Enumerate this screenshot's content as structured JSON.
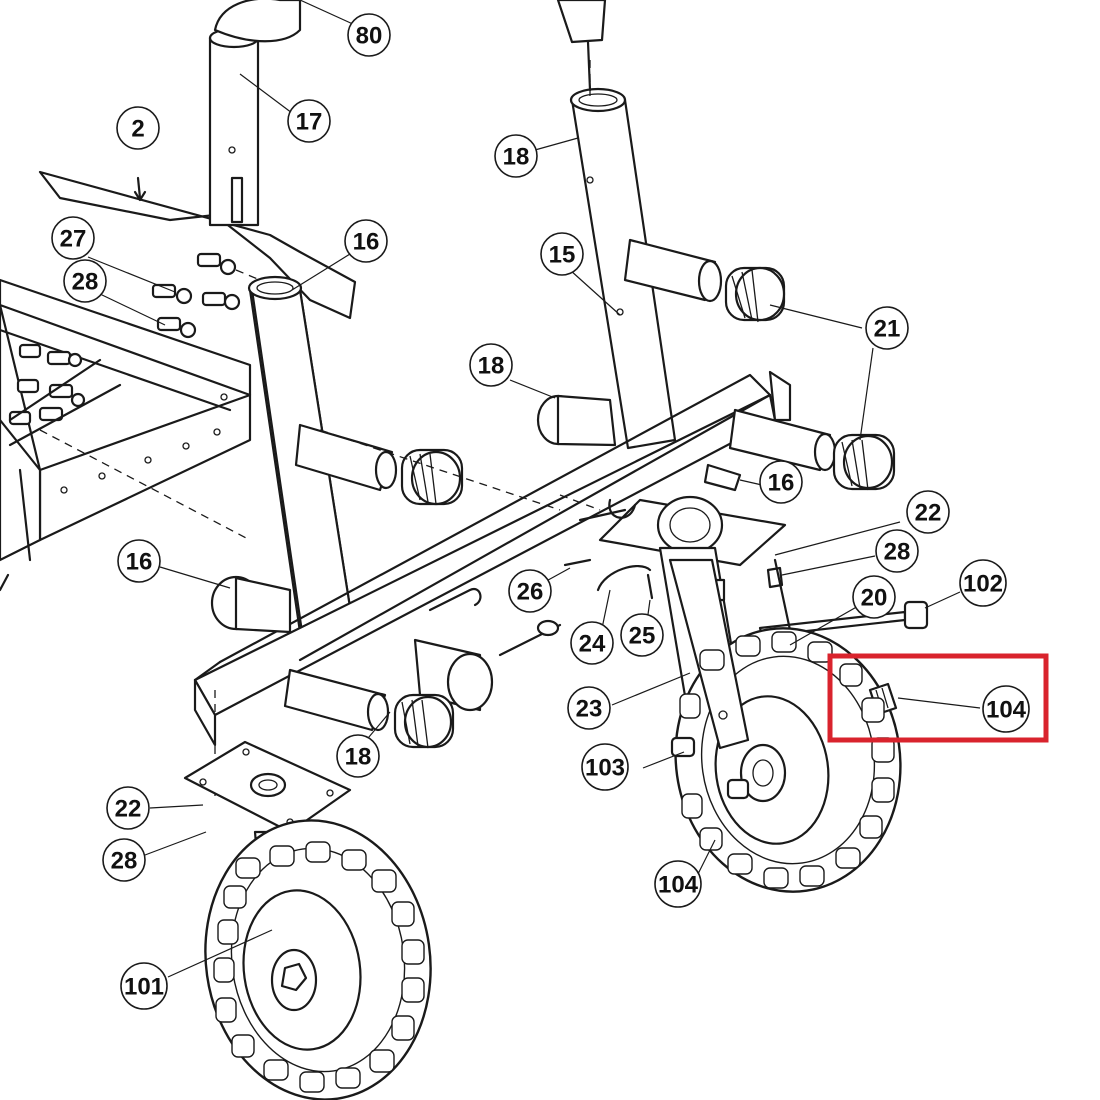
{
  "callouts": {
    "c80": "80",
    "c17": "17",
    "c2": "2",
    "c18_top": "18",
    "c27": "27",
    "c16_top": "16",
    "c28_left": "28",
    "c15": "15",
    "c21_right": "21",
    "c18_mid": "18",
    "c16_right": "16",
    "c22_right": "22",
    "c28_right": "28",
    "c102": "102",
    "c16_left": "16",
    "c26": "26",
    "c20": "20",
    "c24": "24",
    "c25": "25",
    "c104_highlight": "104",
    "c23": "23",
    "c18_low": "18",
    "c103": "103",
    "c22_left": "22",
    "c28_low": "28",
    "c104_bottom": "104",
    "c101": "101"
  },
  "highlight": {
    "color": "#d9232d",
    "label": "104"
  }
}
